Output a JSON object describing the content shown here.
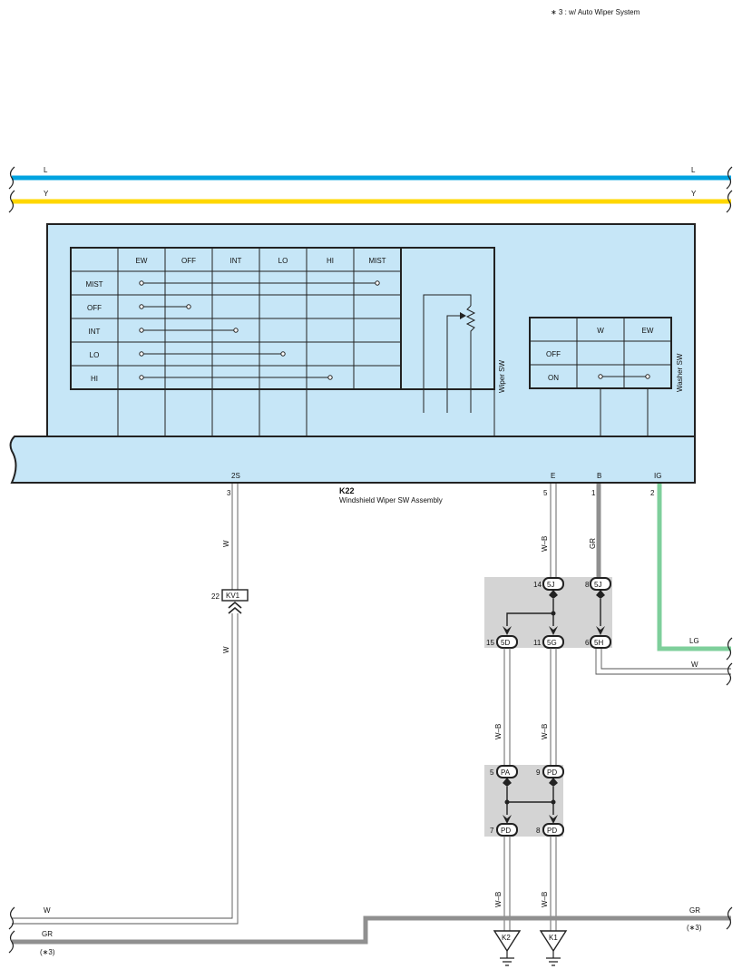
{
  "note": "∗ 3 : w/ Auto Wiper System",
  "colors": {
    "blue_wire": "#00a3e0",
    "yellow_wire": "#ffd700",
    "green_wire": "#7ecf9b",
    "gray_wire": "#909090",
    "switch_fill": "#c6e6f7",
    "junction_fill": "#d4d4d4"
  },
  "top_wires": [
    {
      "label_left": "L",
      "label_right": "L"
    },
    {
      "label_left": "Y",
      "label_right": "Y"
    }
  ],
  "wiper_table": {
    "columns": [
      "EW",
      "OFF",
      "INT",
      "LO",
      "HI",
      "MIST"
    ],
    "rows": [
      "MIST",
      "OFF",
      "INT",
      "LO",
      "HI"
    ],
    "connections": [
      [
        0,
        5
      ],
      [
        0,
        1
      ],
      [
        0,
        2
      ],
      [
        0,
        3
      ],
      [
        0,
        4
      ]
    ],
    "label": "Wiper SW"
  },
  "washer_table": {
    "columns": [
      "W",
      "EW"
    ],
    "rows": [
      "OFF",
      "ON"
    ],
    "label": "Washer SW"
  },
  "component": {
    "id": "K22",
    "name": "Windshield Wiper SW Assembly",
    "terminals": [
      {
        "name": "2S",
        "pin": "3"
      },
      {
        "name": "E",
        "pin": "5"
      },
      {
        "name": "B",
        "pin": "1"
      },
      {
        "name": "IG",
        "pin": "2"
      }
    ]
  },
  "wire_labels": {
    "s2_upper": "W",
    "s2_lower": "W",
    "e": "W–B",
    "b": "GR",
    "ig": "LG",
    "ret": "W",
    "d15": "W–B",
    "g11": "W–B",
    "pd7": "W–B",
    "pd8": "W–B"
  },
  "connector_kv1": {
    "pin": "22",
    "name": "KV1"
  },
  "junction_upper": {
    "connectors": [
      {
        "pin": "14",
        "name": "5J"
      },
      {
        "pin": "8",
        "name": "5J"
      },
      {
        "pin": "15",
        "name": "5D"
      },
      {
        "pin": "11",
        "name": "5G"
      },
      {
        "pin": "6",
        "name": "5H"
      }
    ]
  },
  "junction_lower": {
    "connectors": [
      {
        "pin": "5",
        "name": "PA"
      },
      {
        "pin": "9",
        "name": "PD"
      },
      {
        "pin": "7",
        "name": "PD"
      },
      {
        "pin": "8",
        "name": "PD"
      }
    ]
  },
  "bottom_wires": [
    {
      "label": "W",
      "note": ""
    },
    {
      "label": "GR",
      "note": "(∗3)",
      "right_label": "GR",
      "right_note": "(∗3)"
    }
  ],
  "grounds": [
    "K2",
    "K1"
  ]
}
